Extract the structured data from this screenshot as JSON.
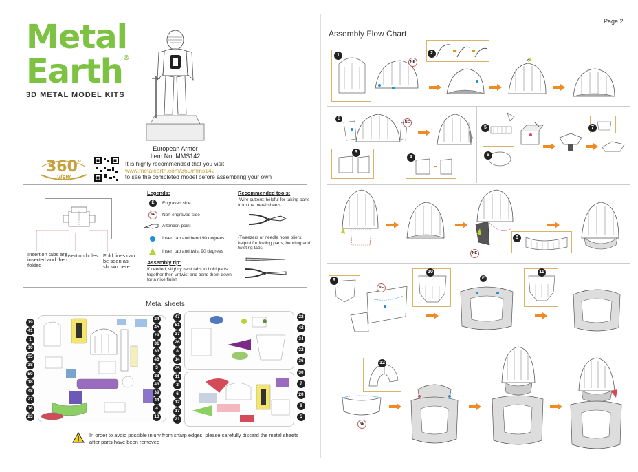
{
  "brand": {
    "line1": "Metal",
    "line2": "Earth",
    "reg": "®",
    "subtitle": "3D METAL MODEL KITS"
  },
  "model": {
    "name": "European Armor",
    "item": "Item No. MMS142"
  },
  "view360": {
    "number": "360",
    "degree": "°",
    "word": "view"
  },
  "visit": {
    "line1": "It is highly recommended that you visit",
    "url": "www.metalearth.com/360/mms142",
    "line3": "to see the completed model before assembling your own"
  },
  "diagram_labels": {
    "tabs": "Insertion tabs are inserted and then folded",
    "holes": "Insertion holes",
    "fold": "Fold lines can be seen as shown here"
  },
  "legends": {
    "title": "Legends:",
    "engraved_badge": "E",
    "engraved": "Engraved side",
    "non_engraved_badge": "NE",
    "non_engraved": "Non-engraved side",
    "attention": "Attention point",
    "bend": "Insert tab and bend 90 degrees",
    "twist": "Insert tab and twist 90 degrees",
    "tip_title": "Assembly tip:",
    "tip": "If needed, slightly twist tabs to hold parts together then untwist and bend them down for a nice finish"
  },
  "tools": {
    "title": "Recommended tools:",
    "cutters": "-Wire cutters: helpful for taking parts from the metal sheets.",
    "tweezers": "-Tweezers or needle nose pliers: helpful for folding parts, bending and twisting tabs."
  },
  "sheets": {
    "title": "Metal sheets",
    "left_numbers": [
      "19",
      "41",
      "1",
      "10",
      "35",
      "38",
      "50",
      "18",
      "48",
      "27",
      "16",
      "23"
    ],
    "mid_left_numbers": [
      "24",
      "45",
      "29",
      "31",
      "33",
      "46",
      "3",
      "28",
      "43",
      "39",
      "44",
      "4",
      "13"
    ],
    "mid_right_numbers": [
      "47",
      "51",
      "37",
      "26",
      "8",
      "14",
      "25",
      "11",
      "2",
      "6",
      "12",
      "17",
      "21"
    ],
    "right_numbers": [
      "22",
      "42",
      "34",
      "32",
      "36",
      "30",
      "7",
      "20",
      "9",
      "5"
    ]
  },
  "warning": {
    "text": "In order to avoid possible injury from sharp edges, please carefully discard the metal sheets after parts have been removed"
  },
  "flow": {
    "title": "Assembly Flow Chart",
    "page": "Page 2",
    "steps": [
      "1",
      "2",
      "3",
      "4",
      "5",
      "6",
      "7",
      "8",
      "9",
      "10",
      "11",
      "12"
    ],
    "ne": "NE",
    "e": "E"
  },
  "colors": {
    "brand_green": "#7dc242",
    "gold": "#c7a13c",
    "arrow_orange": "#f08a24",
    "bend_blue": "#1f8fd6",
    "twist_green": "#b5d334",
    "step_border": "#d9b56b"
  }
}
